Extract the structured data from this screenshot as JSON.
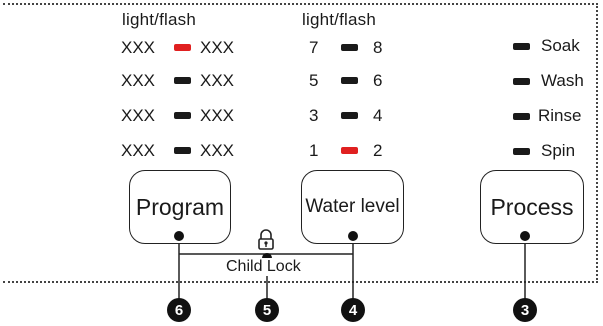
{
  "headers": {
    "left": "light/flash",
    "middle": "light/flash"
  },
  "program_rows": [
    {
      "left": "XXX",
      "right": "XXX",
      "led": "red"
    },
    {
      "left": "XXX",
      "right": "XXX",
      "led": "black"
    },
    {
      "left": "XXX",
      "right": "XXX",
      "led": "black"
    },
    {
      "left": "XXX",
      "right": "XXX",
      "led": "black"
    }
  ],
  "water_rows": [
    {
      "left": "7",
      "right": "8",
      "led": "black"
    },
    {
      "left": "5",
      "right": "6",
      "led": "black"
    },
    {
      "left": "3",
      "right": "4",
      "led": "black"
    },
    {
      "left": "1",
      "right": "2",
      "led": "red"
    }
  ],
  "process_rows": [
    "Soak",
    "Wash",
    "Rinse",
    "Spin"
  ],
  "buttons": {
    "program": "Program",
    "water_level": "Water level",
    "process": "Process"
  },
  "child_lock_label": "Child Lock",
  "callouts": [
    "6",
    "5",
    "4",
    "3"
  ],
  "colors": {
    "led_on": "#e02020",
    "led_off": "#1a1a1a"
  }
}
